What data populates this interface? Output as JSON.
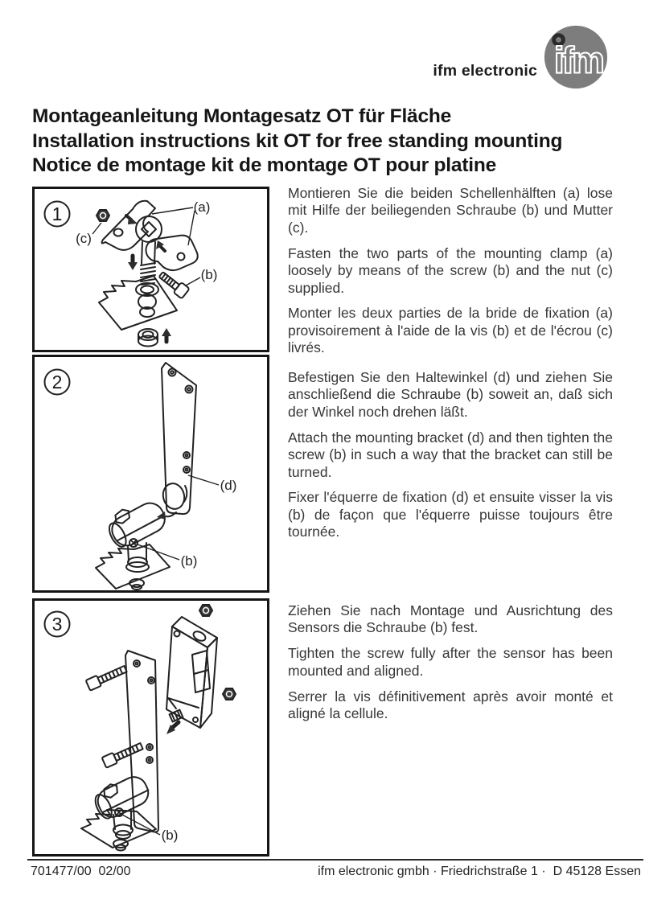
{
  "header": {
    "brand": "ifm electronic",
    "logo_text": "ifm"
  },
  "title": {
    "de": "Montageanleitung Montagesatz OT für Fläche",
    "en": "Installation instructions kit OT for free standing mounting",
    "fr": "Notice de montage kit de montage OT pour platine"
  },
  "steps": [
    {
      "number": "1",
      "figure_labels": {
        "a": "(a)",
        "b": "(b)",
        "c": "(c)"
      },
      "text_de": "Montieren Sie die beiden Schellenhälften (a) lose mit Hilfe der beiliegenden Schraube (b) und Mutter (c).",
      "text_en": "Fasten the two parts of the mounting clamp (a) loosely by means of the screw (b) and the nut (c) supplied.",
      "text_fr": "Monter les deux parties de la bride de fixation (a) provisoirement à l'aide de la vis (b) et de l'écrou (c) livrés."
    },
    {
      "number": "2",
      "figure_labels": {
        "d": "(d)",
        "b": "(b)"
      },
      "text_de": "Befestigen Sie den Haltewinkel (d) und ziehen Sie anschließend die Schraube (b) soweit an, daß sich der Winkel noch drehen läßt.",
      "text_en": "Attach the mounting bracket (d) and then tighten the screw (b) in such a way that the bracket can still be turned.",
      "text_fr": "Fixer l'équerre de fixation (d) et ensuite visser la vis (b) de façon que l'équerre puisse toujours être tournée."
    },
    {
      "number": "3",
      "figure_labels": {
        "b": "(b)"
      },
      "text_de": "Ziehen Sie nach Montage und Ausrichtung des Sensors die Schraube (b) fest.",
      "text_en": "Tighten the screw fully after the sensor has been mounted and aligned.",
      "text_fr": "Serrer la vis définitivement après avoir monté et aligné la cellule."
    }
  ],
  "footer": {
    "doc_number": "701477/00  02/00",
    "company": "ifm electronic gmbh · Friedrichstraße 1 ·  D 45128 Essen"
  }
}
